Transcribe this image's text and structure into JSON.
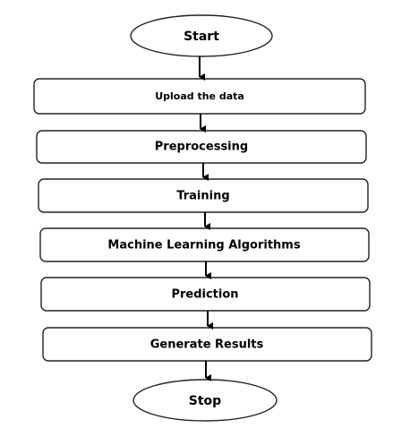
{
  "diagram": {
    "type": "flowchart",
    "nodes": [
      {
        "id": "start",
        "shape": "ellipse",
        "label": "Start"
      },
      {
        "id": "upload",
        "shape": "rounded-rect",
        "label": "Upload the data"
      },
      {
        "id": "preprocessing",
        "shape": "rounded-rect",
        "label": "Preprocessing"
      },
      {
        "id": "training",
        "shape": "rounded-rect",
        "label": "Training"
      },
      {
        "id": "ml-algorithms",
        "shape": "rounded-rect",
        "label": "Machine Learning Algorithms"
      },
      {
        "id": "prediction",
        "shape": "rounded-rect",
        "label": "Prediction"
      },
      {
        "id": "generate-results",
        "shape": "rounded-rect",
        "label": "Generate Results"
      },
      {
        "id": "stop",
        "shape": "ellipse",
        "label": "Stop"
      }
    ],
    "edges": [
      {
        "from": "start",
        "to": "upload"
      },
      {
        "from": "upload",
        "to": "preprocessing"
      },
      {
        "from": "preprocessing",
        "to": "training"
      },
      {
        "from": "training",
        "to": "ml-algorithms"
      },
      {
        "from": "ml-algorithms",
        "to": "prediction"
      },
      {
        "from": "prediction",
        "to": "generate-results"
      },
      {
        "from": "generate-results",
        "to": "stop"
      }
    ],
    "colors": {
      "stroke": "#000000",
      "fill": "#ffffff",
      "text": "#000000"
    }
  }
}
